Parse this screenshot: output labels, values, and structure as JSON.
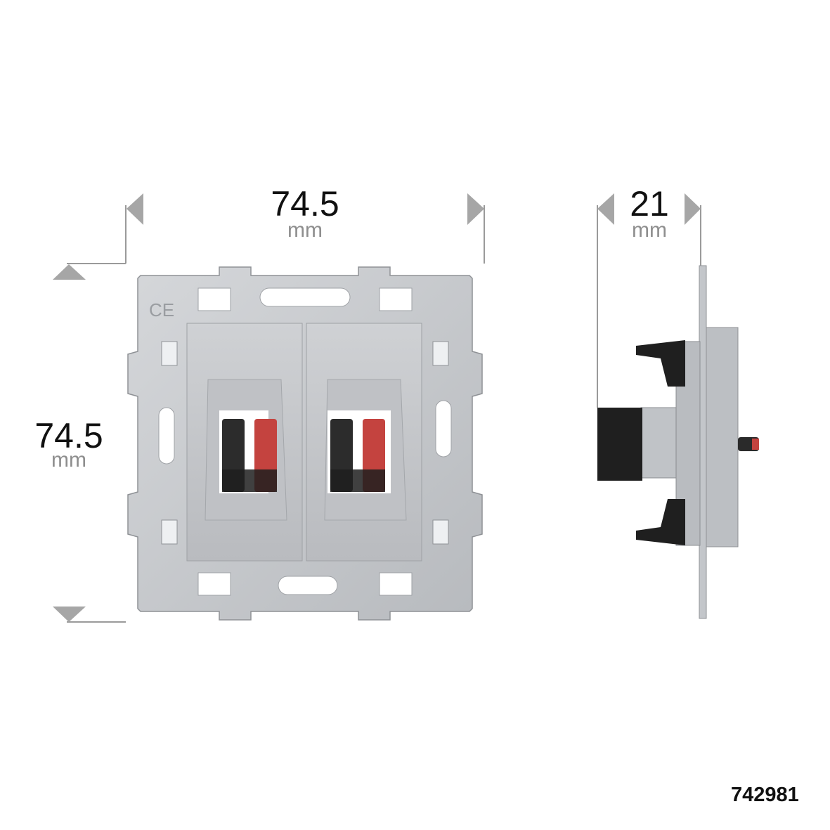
{
  "dimensions": {
    "width": {
      "value": "74.5",
      "unit": "mm"
    },
    "height": {
      "value": "74.5",
      "unit": "mm"
    },
    "depth": {
      "value": "21",
      "unit": "mm"
    }
  },
  "front_view": {
    "ce_mark": "CE"
  },
  "product_code": "742981",
  "colors": {
    "arrow": "#a6a6a6",
    "frame": "#c9ccd0",
    "module": "#c6c8cb",
    "terminal_black": "#2c2c2c",
    "terminal_red": "#c4433f",
    "body_dark": "#1f1f1f"
  }
}
